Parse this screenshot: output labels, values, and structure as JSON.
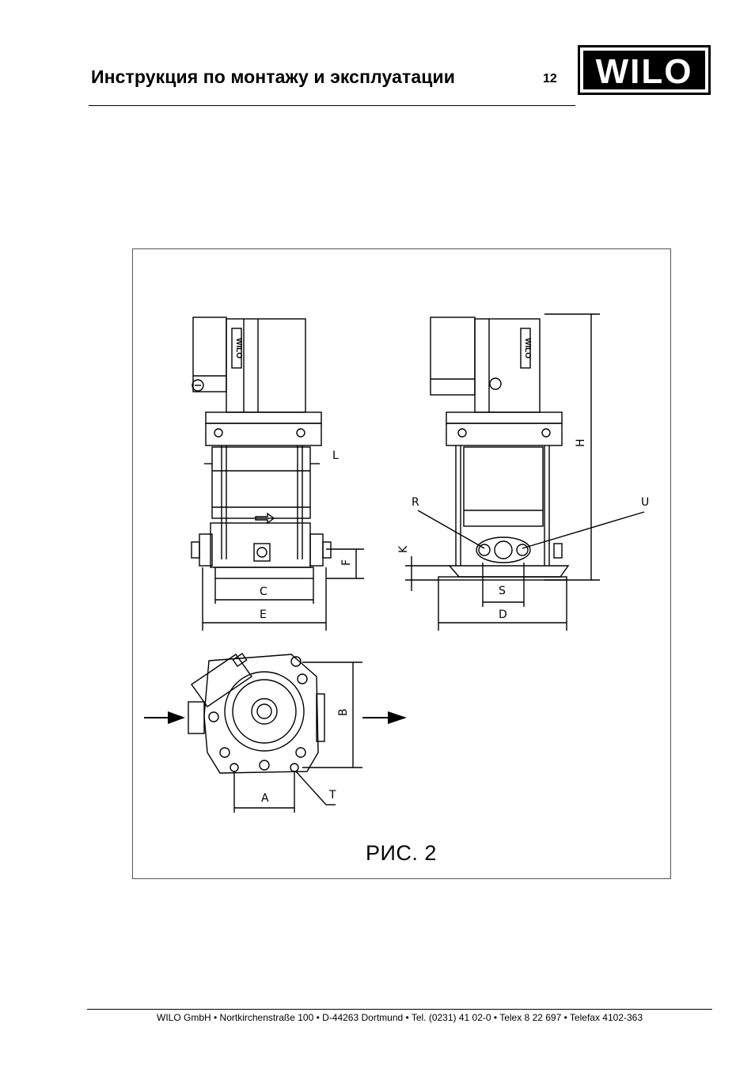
{
  "header": {
    "title": "Инструкция по монтажу и эксплуатации",
    "page_number": "12",
    "logo_text": "WILO"
  },
  "figure": {
    "caption": "РИС. 2",
    "motor_label": "WILO",
    "labels": {
      "L": "L",
      "R": "R",
      "U": "U",
      "H": "H",
      "K": "K",
      "F": "F",
      "C": "C",
      "E": "E",
      "S": "S",
      "D": "D",
      "B": "B",
      "A": "A",
      "T": "T"
    }
  },
  "footer": {
    "text": "WILO GmbH  •  Nortkirchenstraße 100  •  D-44263 Dortmund  •  Tel. (0231) 41 02-0  •  Telex 8 22 697  •  Telefax 4102-363"
  }
}
